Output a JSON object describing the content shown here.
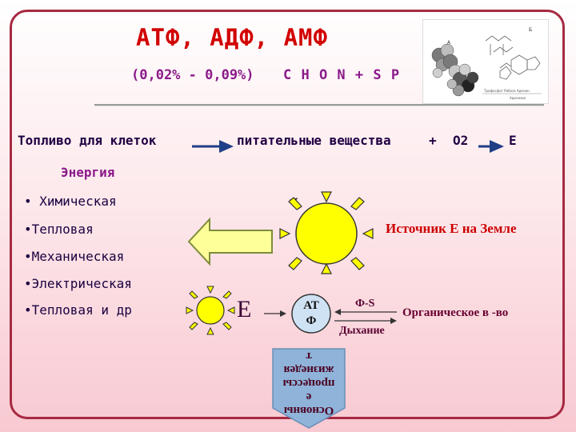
{
  "slide": {
    "title": "АТФ, АДФ, АМФ",
    "subtitle": {
      "percent": "(0,02% - 0,09%)",
      "elements": "C H O N + S P"
    },
    "molecule_image": {
      "description_icon": "molecule-structure-image"
    },
    "fuel_row": {
      "left": "Топливо для клеток",
      "middle": "питательные вещества",
      "plus": "+",
      "o2": "О2",
      "e": "Е"
    },
    "energy": {
      "heading": "Энергия",
      "items": [
        "• Химическая",
        "•Тепловая",
        "•Механическая",
        "•Электрическая",
        "•Тепловая  и др"
      ]
    },
    "source_label": "Источник Е на Земле",
    "atp_cycle": {
      "e_label": "Е",
      "atf_box": "АТ\nФ",
      "top_arrow_label": "Ф-S",
      "bottom_arrow_label": "Дыхание",
      "organic_label": "Органическое в -во"
    },
    "processes_label": "Основны\nе\nпроцессы\nжизнедея\nт",
    "colors": {
      "title": "#d20000",
      "subtitle": "#8b1a8b",
      "frame": "#a62a42",
      "arrow_blue": "#1f3f86",
      "sun_fill": "#ffff00",
      "big_arrow_fill": "#ffff99",
      "big_arrow_stroke": "#7d8c3a",
      "atf_circle": "#cfe2f3"
    }
  }
}
